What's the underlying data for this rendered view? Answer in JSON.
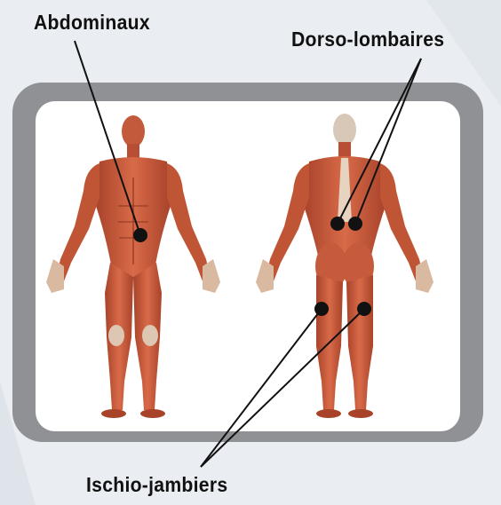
{
  "labels": {
    "abdominaux": "Abdominaux",
    "dorso_lombaires": "Dorso-lombaires",
    "ischio_jambiers": "Ischio-jambiers"
  },
  "colors": {
    "muscle": "#c9593a",
    "muscle_dark": "#9e3a22",
    "tendon": "#e8d8c8",
    "marker": "#111111",
    "frame": "#8f9195",
    "background": "#eaeef2"
  },
  "figures": [
    "front-view",
    "back-view"
  ]
}
